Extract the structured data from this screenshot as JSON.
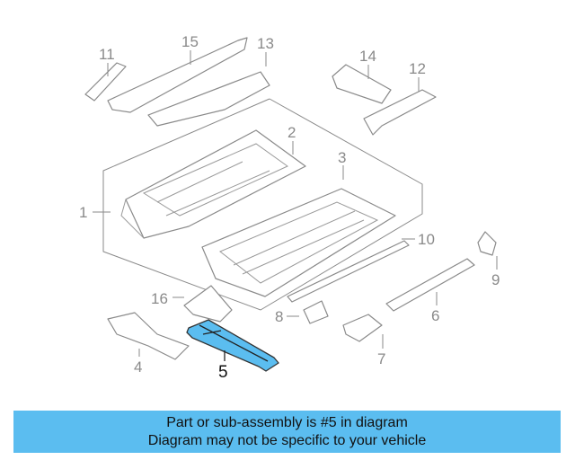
{
  "callouts": [
    "1",
    "2",
    "3",
    "4",
    "5",
    "6",
    "7",
    "8",
    "9",
    "10",
    "11",
    "12",
    "13",
    "14",
    "15",
    "16"
  ],
  "highlighted_part": "5",
  "banner": {
    "line1": "Part or sub-assembly is #5 in diagram",
    "line2": "Diagram may not be specific to your vehicle"
  },
  "colors": {
    "highlight": "#5bbdf0",
    "line": "#8a8a8a",
    "banner_bg": "#5bbdf0"
  }
}
